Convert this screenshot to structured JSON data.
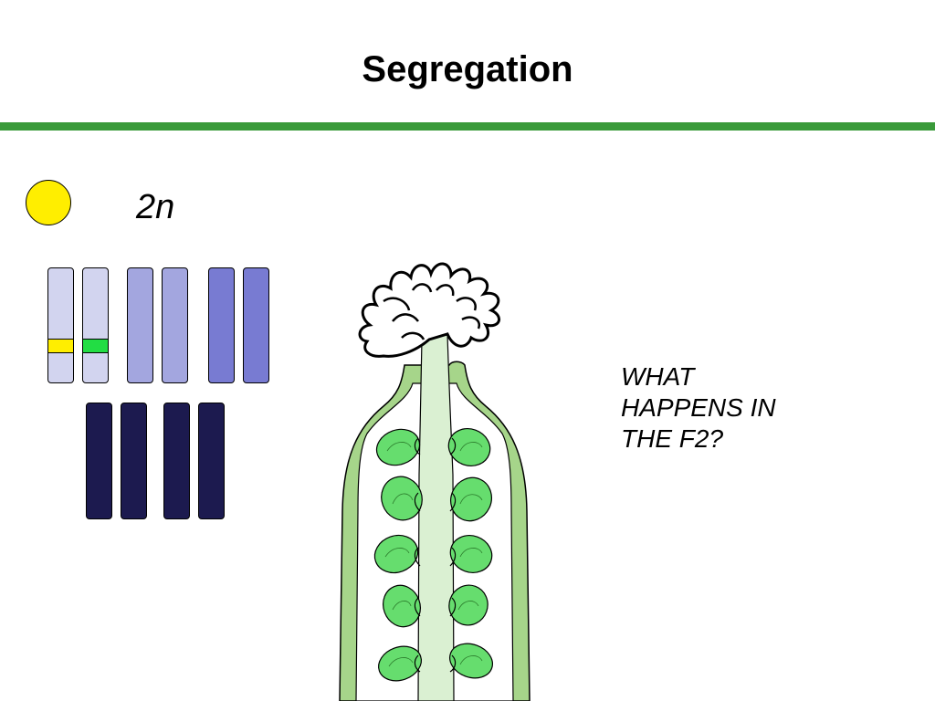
{
  "title": "Segregation",
  "ploidy_label": "2n",
  "question_lines": [
    "WHAT",
    "HAPPENS IN",
    "THE F2?"
  ],
  "colors": {
    "accent_rule": "#3a9a3a",
    "seed_yellow": "#ffee00",
    "chromosome_pale": "#d2d4ef",
    "chromosome_mid": "#a3a6df",
    "chromosome_violet": "#787bd2",
    "chromosome_dark": "#1c1a4f",
    "allele_yellow": "#ffee00",
    "allele_green": "#22dd44",
    "pistil_outer": "#a6d58a",
    "pistil_inner": "#daf0d2",
    "ovule_fill": "#66dd6e",
    "stigma": "#ffffff"
  }
}
